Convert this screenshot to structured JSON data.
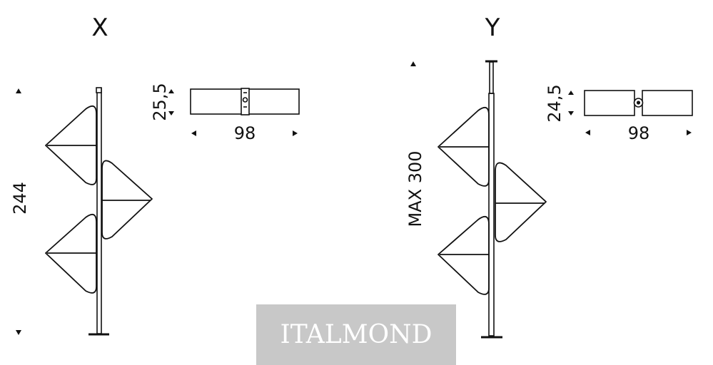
{
  "views": [
    {
      "label": "X",
      "height_label": "244",
      "width_label": "98",
      "depth_label": "25,5"
    },
    {
      "label": "Y",
      "height_label": "MAX 300",
      "width_label": "98",
      "depth_label": "24,5"
    }
  ],
  "watermark": "ITALMOND",
  "colors": {
    "line": "#111111",
    "watermark_bg": "#c8c8c8",
    "watermark_text": "#ffffff"
  }
}
